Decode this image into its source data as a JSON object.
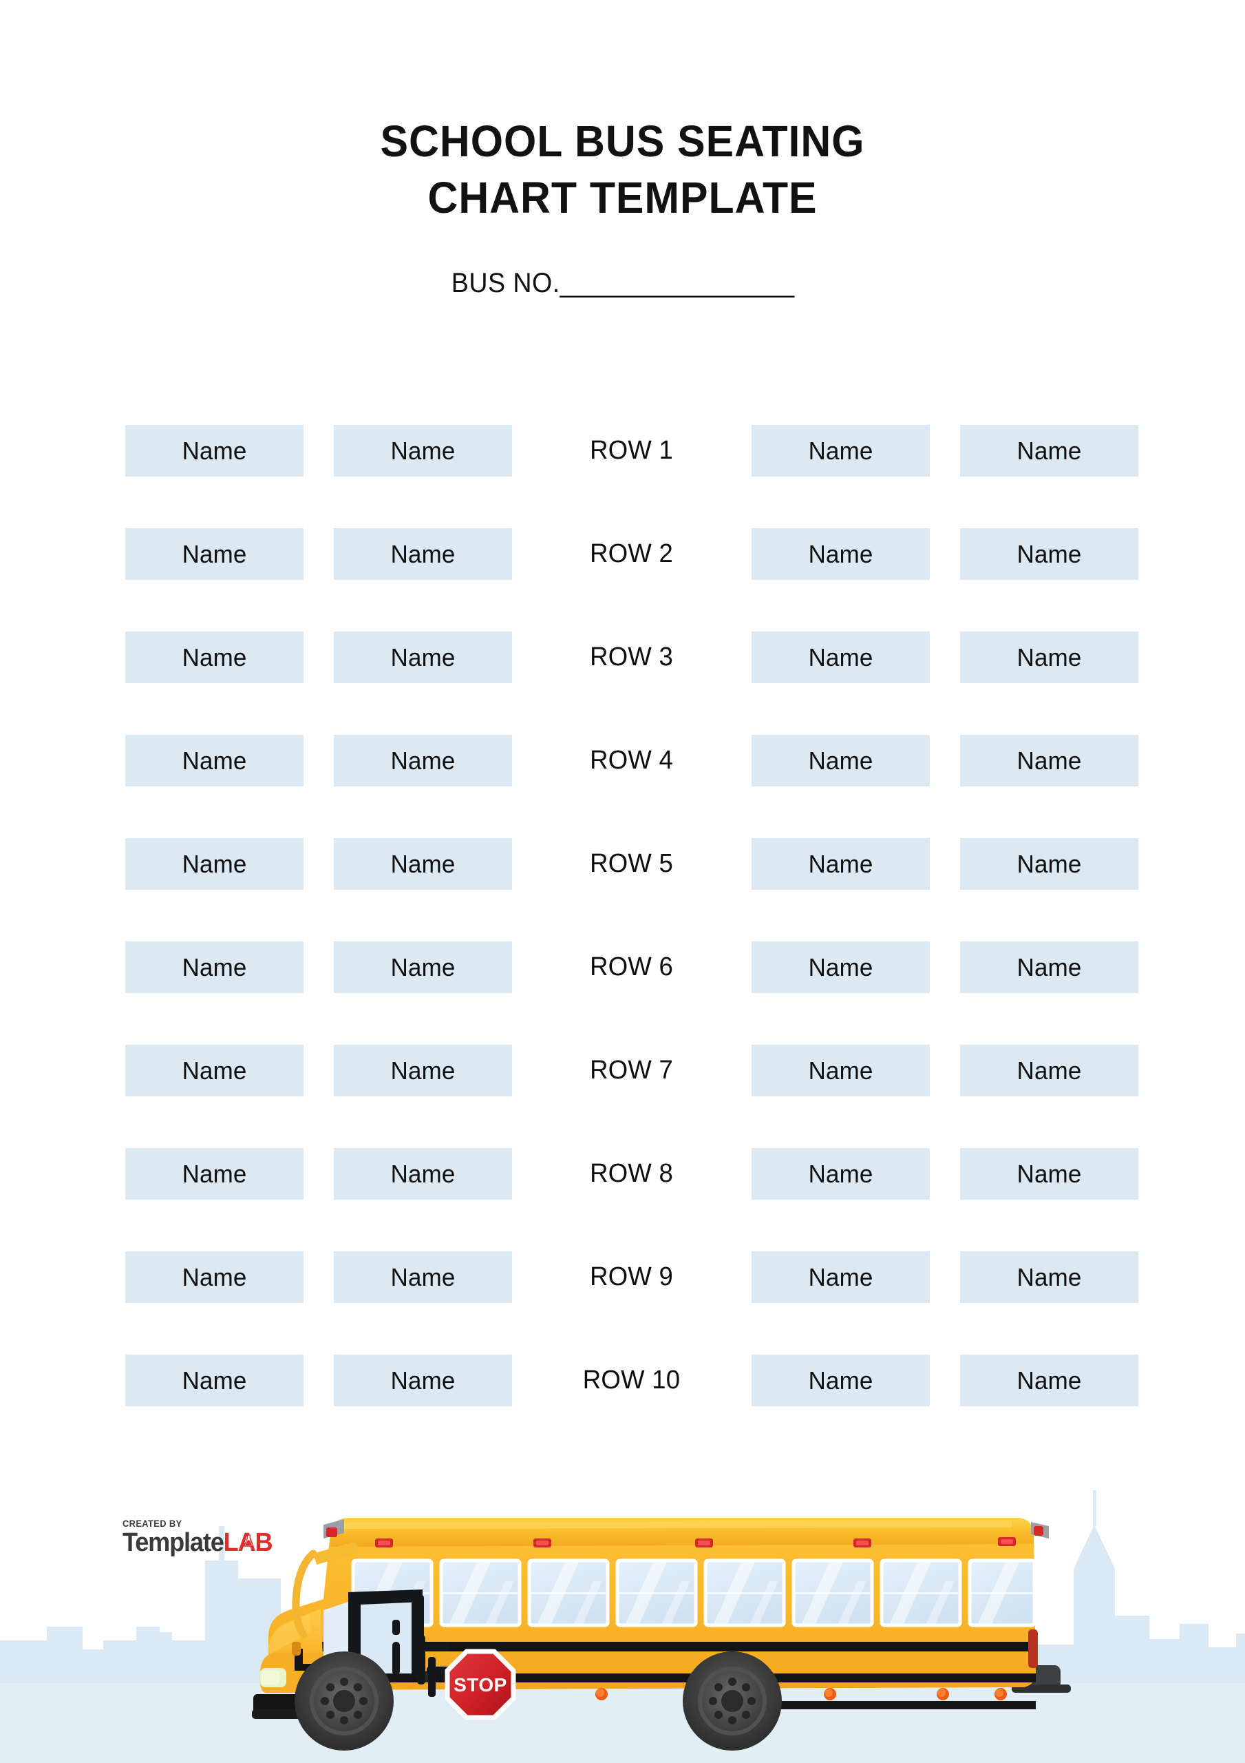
{
  "document": {
    "title_line_1": "SCHOOL BUS SEATING",
    "title_line_2": "CHART TEMPLATE",
    "bus_no_label": "BUS NO.",
    "bus_no_blank": "_________________"
  },
  "seating": {
    "name_placeholder": "Name",
    "rows": [
      {
        "left": [
          "Name",
          "Name"
        ],
        "label": "ROW 1",
        "right": [
          "Name",
          "Name"
        ]
      },
      {
        "left": [
          "Name",
          "Name"
        ],
        "label": "ROW 2",
        "right": [
          "Name",
          "Name"
        ]
      },
      {
        "left": [
          "Name",
          "Name"
        ],
        "label": "ROW 3",
        "right": [
          "Name",
          "Name"
        ]
      },
      {
        "left": [
          "Name",
          "Name"
        ],
        "label": "ROW 4",
        "right": [
          "Name",
          "Name"
        ]
      },
      {
        "left": [
          "Name",
          "Name"
        ],
        "label": "ROW 5",
        "right": [
          "Name",
          "Name"
        ]
      },
      {
        "left": [
          "Name",
          "Name"
        ],
        "label": "ROW 6",
        "right": [
          "Name",
          "Name"
        ]
      },
      {
        "left": [
          "Name",
          "Name"
        ],
        "label": "ROW 7",
        "right": [
          "Name",
          "Name"
        ]
      },
      {
        "left": [
          "Name",
          "Name"
        ],
        "label": "ROW 8",
        "right": [
          "Name",
          "Name"
        ]
      },
      {
        "left": [
          "Name",
          "Name"
        ],
        "label": "ROW 9",
        "right": [
          "Name",
          "Name"
        ]
      },
      {
        "left": [
          "Name",
          "Name"
        ],
        "label": "ROW 10",
        "right": [
          "Name",
          "Name"
        ]
      }
    ]
  },
  "illustration": {
    "stop_sign_text": "STOP",
    "icon_names": [
      "school-bus-icon",
      "stop-sign-icon",
      "cityscape-silhouette-icon",
      "bus-wheel-icon",
      "bus-window-icon",
      "bus-mirror-icon"
    ]
  },
  "logo": {
    "created_by": "CREATED BY",
    "brand_first": "Template",
    "brand_second": "LAB"
  },
  "colors": {
    "page_background": "#ffffff",
    "seat_cell": "#dce9f3",
    "text": "#101010",
    "city_ground": "#e2eef6",
    "city_building": "#dbe9f4",
    "bus_yellow": "#f9b233",
    "bus_yellow_light": "#fdc632",
    "bus_yellow_deep": "#f0a21c",
    "bus_window": "#dce9f4",
    "stop_red": "#cf2027",
    "logo_gray": "#3a3a3a",
    "logo_red": "#e02b2b"
  }
}
